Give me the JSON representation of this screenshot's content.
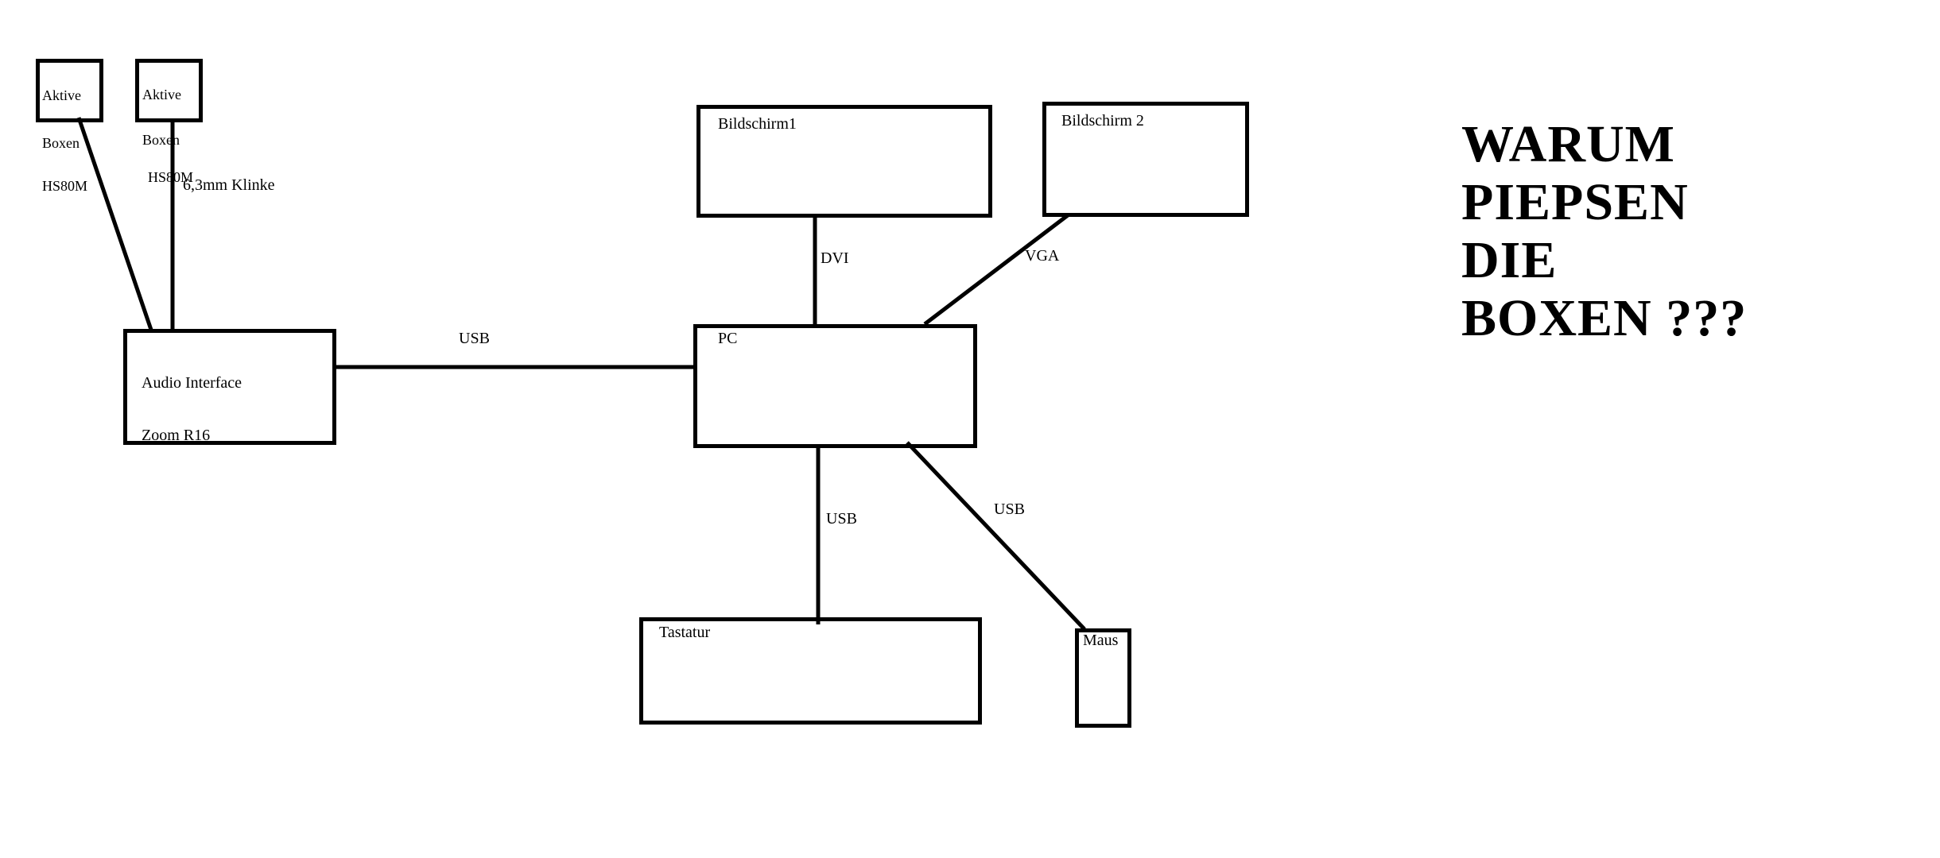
{
  "nodes": {
    "speaker_left": {
      "line1": "Aktive",
      "line2": "Boxen",
      "line3": "HS80M"
    },
    "speaker_right": {
      "line1": "Aktive",
      "line2": "Boxen",
      "line3": "HS80M"
    },
    "audio_interface": {
      "line1": "Audio Interface",
      "line2": "Zoom R16"
    },
    "pc": {
      "label": "PC"
    },
    "monitor1": {
      "label": "Bildschirm1"
    },
    "monitor2": {
      "label": "Bildschirm 2"
    },
    "keyboard": {
      "label": "Tastatur"
    },
    "mouse": {
      "label": "Maus"
    }
  },
  "connections": {
    "speaker_to_interface": "6,3mm Klinke",
    "interface_to_pc": "USB",
    "pc_to_monitor1": "DVI",
    "pc_to_monitor2": "VGA",
    "pc_to_keyboard": "USB",
    "pc_to_mouse": "USB"
  },
  "headline": {
    "line1": "WARUM",
    "line2": "PIEPSEN",
    "line3": "DIE",
    "line4": "BOXEN ???"
  },
  "colors": {
    "ink": "#000000",
    "background": "#ffffff"
  }
}
